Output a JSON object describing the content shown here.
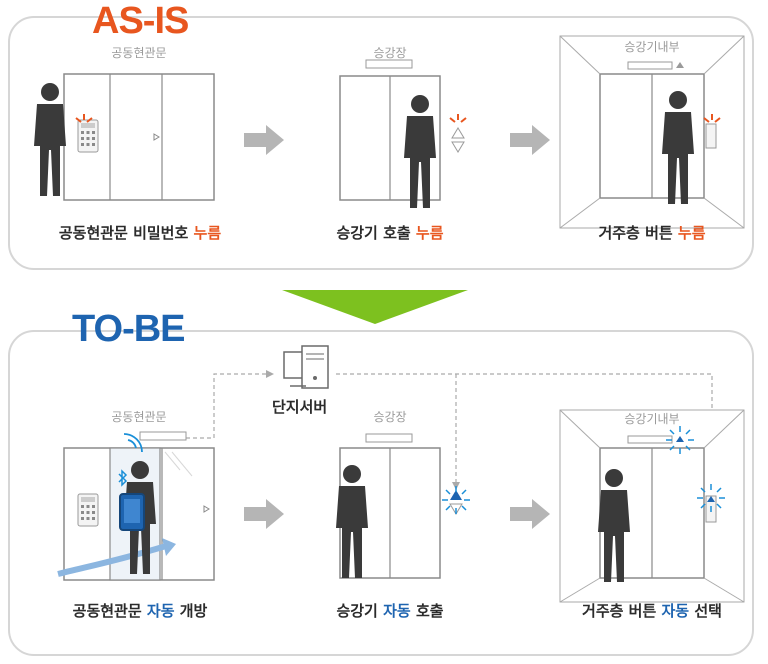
{
  "asis": {
    "heading": "AS-IS",
    "steps": [
      {
        "label": "공동현관문",
        "caption": "공동현관문 비밀번호",
        "highlight": "누름"
      },
      {
        "label": "승강장",
        "caption": "승강기 호출",
        "highlight": "누름"
      },
      {
        "label": "승강기내부",
        "caption": "거주층 버튼",
        "highlight": "누름"
      }
    ]
  },
  "tobe": {
    "heading": "TO-BE",
    "server_label": "단지서버",
    "steps": [
      {
        "label": "공동현관문",
        "caption_pre": "공동현관문",
        "highlight": "자동",
        "caption_post": "개방"
      },
      {
        "label": "승강장",
        "caption_pre": "승강기",
        "highlight": "자동",
        "caption_post": "호출"
      },
      {
        "label": "승강기내부",
        "caption_pre": "거주층 버튼",
        "highlight": "자동",
        "caption_post": "선택"
      }
    ]
  },
  "colors": {
    "asis_accent": "#e8561f",
    "tobe_accent": "#1e64b0",
    "transition_arrow": "#7dc11f",
    "step_arrow": "#b5b5b5",
    "signal": "#1a8fd8"
  }
}
